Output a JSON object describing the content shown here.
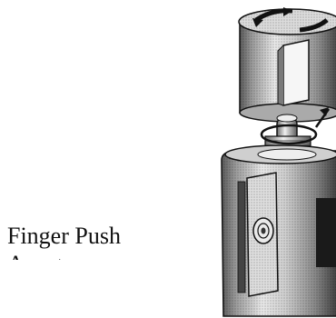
{
  "callout": {
    "line1": "Finger Push",
    "line2": "Area",
    "arrow_icon": "right-triangle-arrow"
  },
  "colors": {
    "ink": "#111111",
    "paper": "#ffffff"
  }
}
